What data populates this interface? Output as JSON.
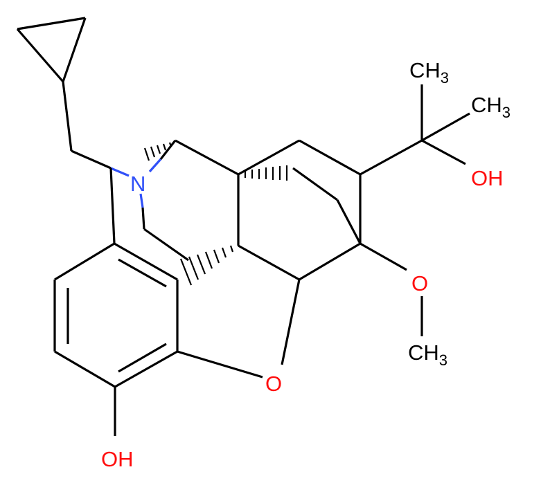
{
  "colors": {
    "bond": "#000000",
    "oxygen": "#FF0D0D",
    "nitrogen": "#3050F8",
    "background": "#FFFFFF"
  },
  "labels": {
    "n": "N",
    "o_bridge": "O",
    "phenol": {
      "main": "OH"
    },
    "methoxy_o": "O",
    "methoxy_ch3": {
      "main": "CH",
      "sub": "3"
    },
    "top_ch3": {
      "main": "CH",
      "sub": "3"
    },
    "right_ch3": {
      "main": "CH",
      "sub": "3"
    },
    "hydroxyl": {
      "main": "OH"
    }
  }
}
